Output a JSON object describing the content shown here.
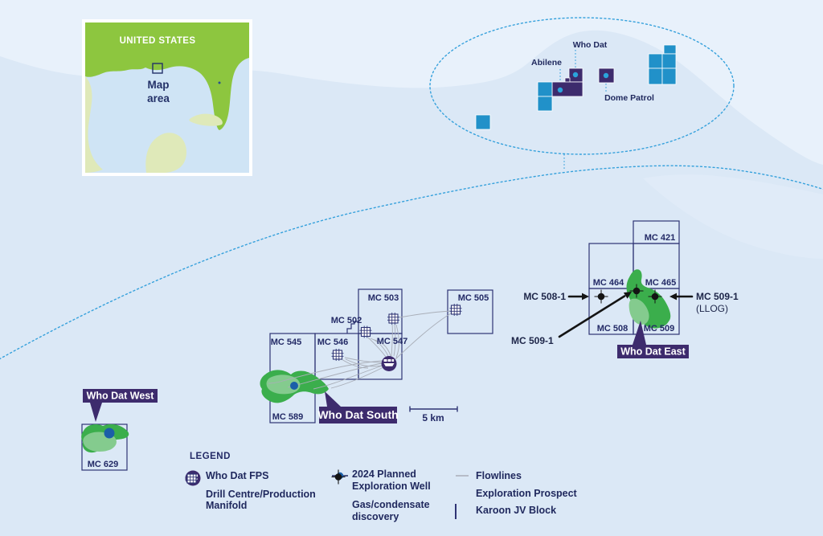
{
  "inset_map": {
    "country": "UNITED STATES",
    "map_area_line1": "Map",
    "map_area_line2": "area"
  },
  "overview": {
    "who_dat": "Who Dat",
    "abilene": "Abilene",
    "dome_patrol": "Dome Patrol"
  },
  "blocks": {
    "mc421": "MC 421",
    "mc464": "MC 464",
    "mc465": "MC 465",
    "mc502": "MC 502",
    "mc503": "MC 503",
    "mc505": "MC 505",
    "mc508": "MC 508",
    "mc509": "MC 509",
    "mc545": "MC 545",
    "mc546": "MC 546",
    "mc547": "MC 547",
    "mc589": "MC 589",
    "mc629": "MC 629"
  },
  "well_labels": {
    "mc508_1": "MC 508-1",
    "mc509_1": "MC 509-1",
    "llog": "(LLOG)"
  },
  "prospect_labels": {
    "west": "Who Dat West",
    "south": "Who Dat South",
    "east": "Who Dat East"
  },
  "scale": {
    "label": "5 km"
  },
  "legend": {
    "title": "LEGEND",
    "fps": "Who Dat FPS",
    "manifold": "Drill Centre/Production Manifold",
    "planned_well": "2024 Planned Exploration Well",
    "discovery": "Gas/condensate discovery",
    "flowlines": "Flowlines",
    "prospect": "Exploration Prospect",
    "jv_block": "Karoon JV Block"
  },
  "colors": {
    "background": "#dbe8f6",
    "background_light": "#e8f1fb",
    "dashed_blue": "#36a1dc",
    "block_blue": "#2191c9",
    "purple": "#3d2b6d",
    "green": "#3bae4c",
    "green_light": "#84cb8e",
    "navy_line": "#2e3474",
    "navy_text": "#232a66",
    "flowline_gray": "#a9aeb8",
    "planned_well_blue": "#1b5fa8",
    "land_green": "#8dc63f",
    "land_pale": "#dfe9b9",
    "inset_water": "#cfe4f5"
  }
}
